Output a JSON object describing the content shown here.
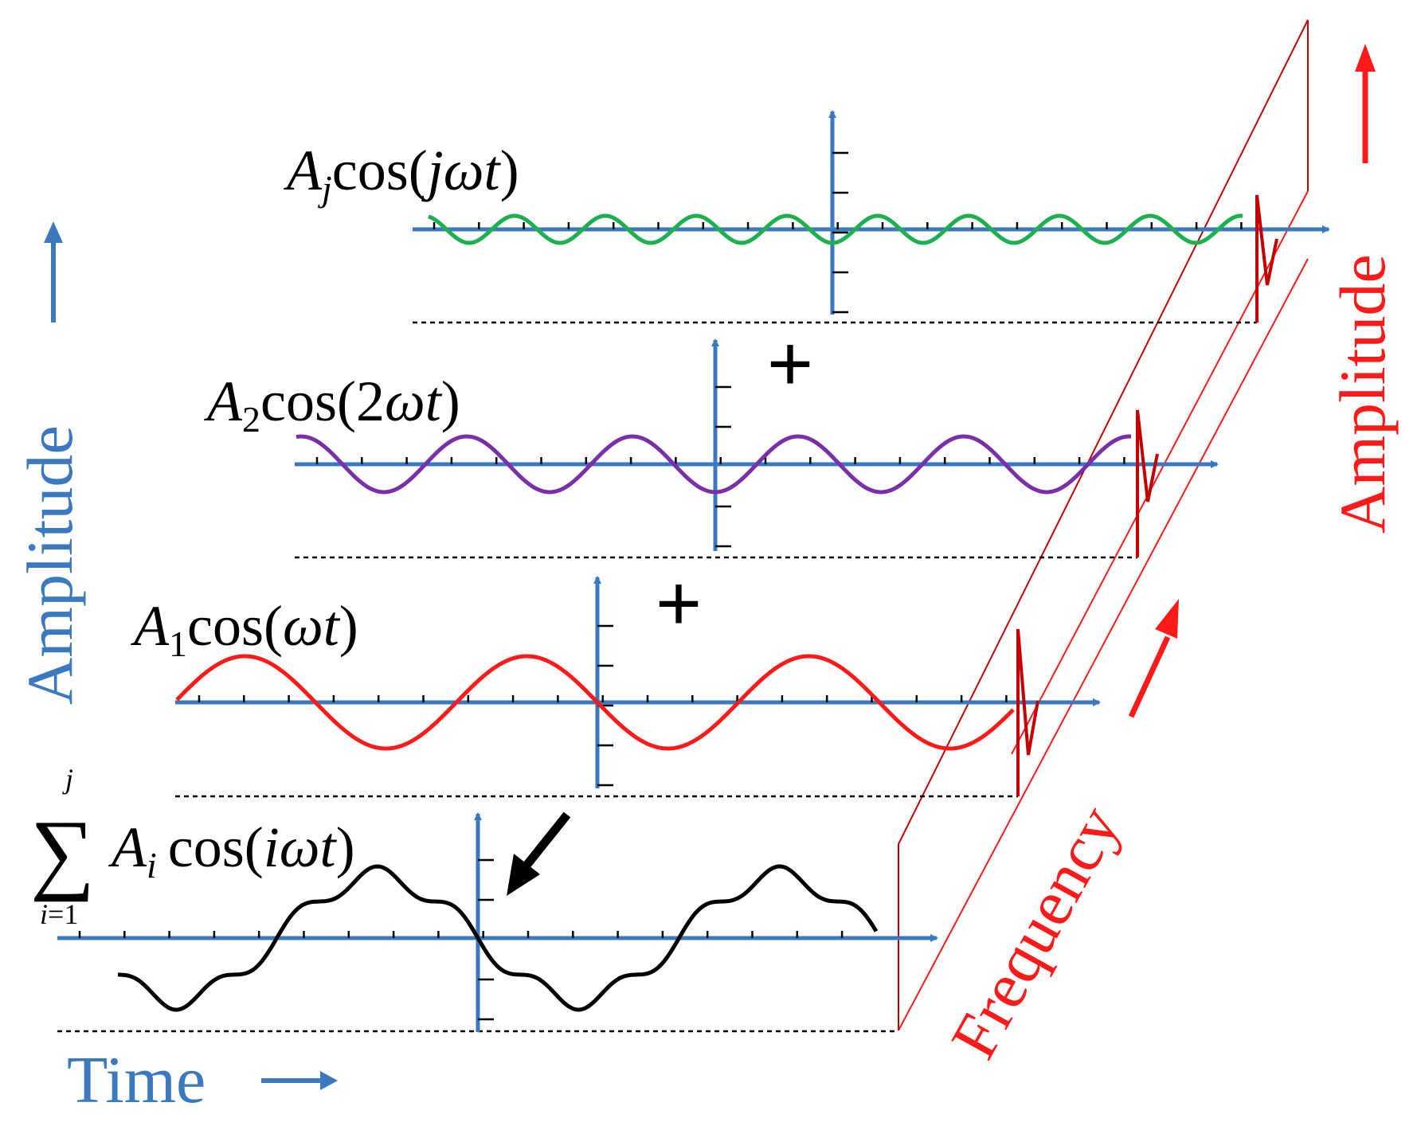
{
  "labels": {
    "time": "Time",
    "amplitude_left": "Amplitude",
    "amplitude_right": "Amplitude",
    "frequency": "Frequency"
  },
  "formulas": {
    "row_j": {
      "coef": "A",
      "sub": "j",
      "fn": "cos(",
      "arg": "jωt",
      "close": ")"
    },
    "row_2": {
      "coef": "A",
      "sub": "2",
      "fn": "cos(",
      "arg": "2ωt",
      "close": ")"
    },
    "row_1": {
      "coef": "A",
      "sub": "1",
      "fn": "cos(",
      "arg": "ωt",
      "close": ")"
    },
    "sum": {
      "sigma": "∑",
      "upper": "j",
      "lower": "i=1",
      "coef": "A",
      "sub": "i",
      "fn": "cos(",
      "arg": "iωt",
      "close": ")"
    }
  },
  "operators": {
    "plus": "+"
  },
  "colors": {
    "axis": "#3a78c0",
    "time_text": "#3a78c0",
    "red_text": "#ff1a1a",
    "spectrum": "#c40000",
    "wave_j": "#1db04f",
    "wave_2": "#7a2fa8",
    "wave_1": "#ff1a1a",
    "wave_sum": "#000000",
    "black": "#000000"
  }
}
